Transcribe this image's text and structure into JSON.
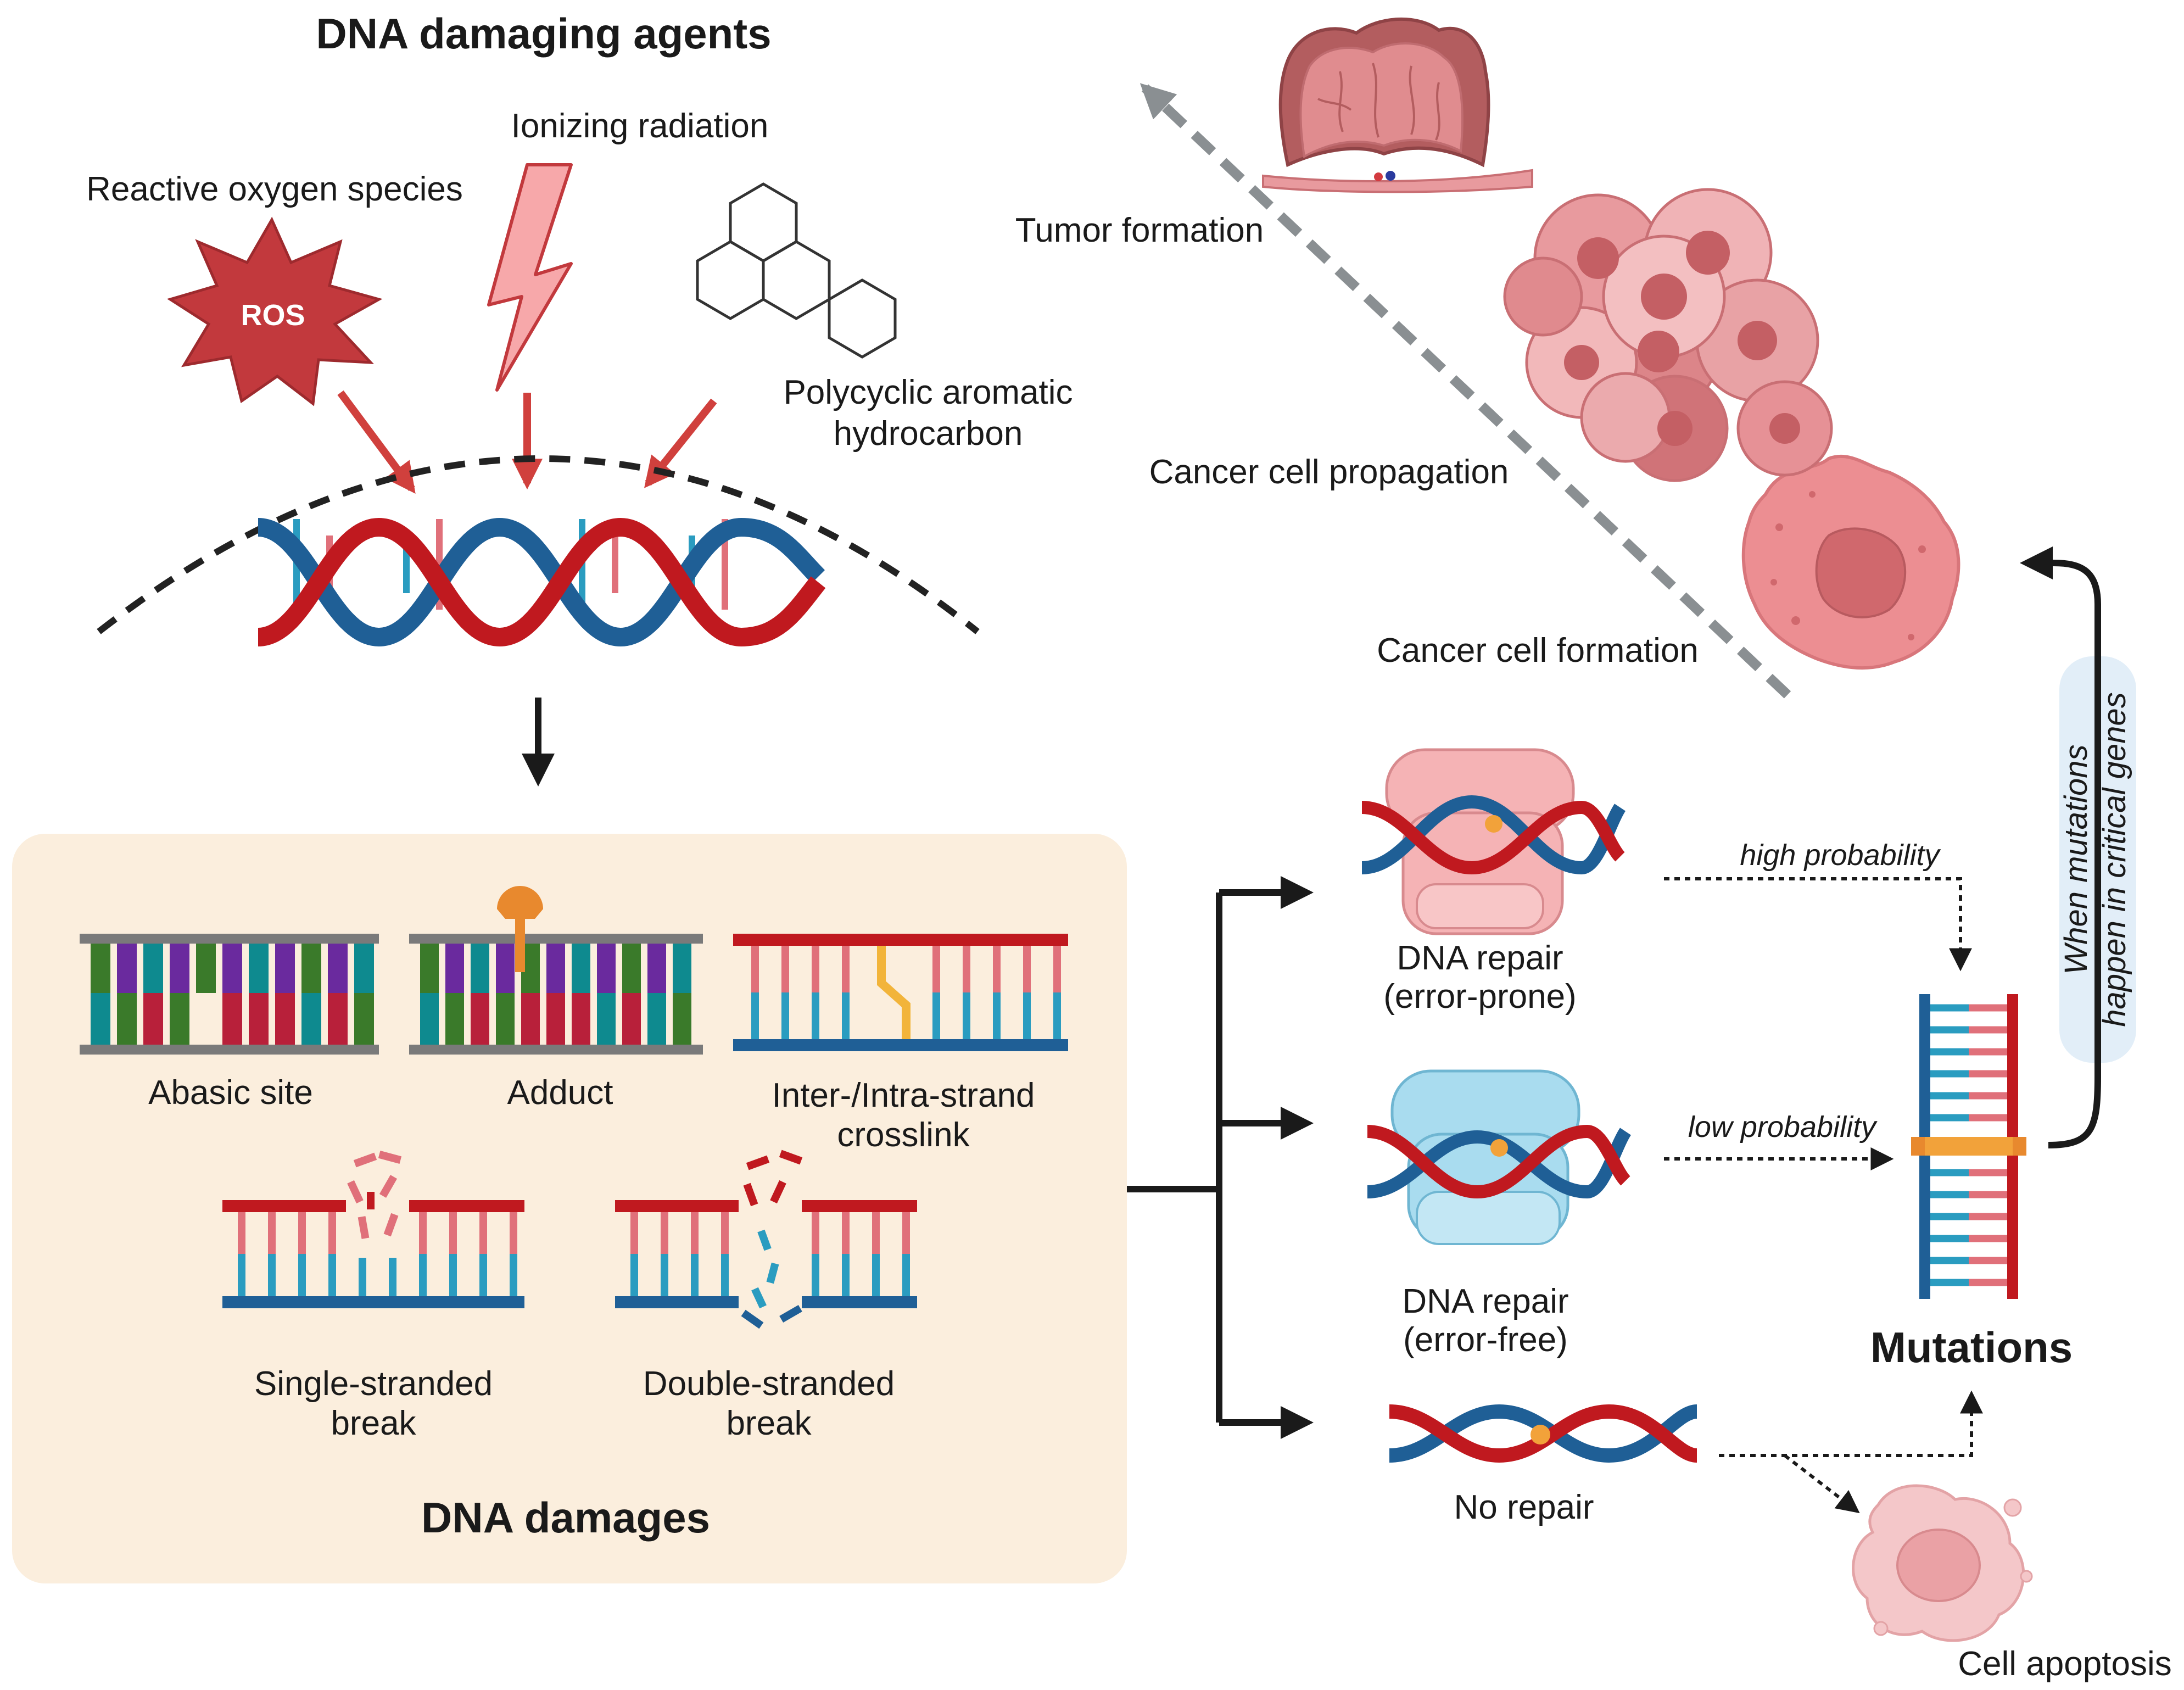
{
  "agents": {
    "title": "DNA damaging agents",
    "ionizing_radiation": "Ionizing radiation",
    "reactive_oxygen_species": "Reactive oxygen species",
    "ros_badge": "ROS",
    "pah_line1": "Polycyclic aromatic",
    "pah_line2": "hydrocarbon"
  },
  "damages": {
    "title": "DNA damages",
    "abasic_site": "Abasic site",
    "adduct": "Adduct",
    "crosslink_line1": "Inter-/Intra-strand",
    "crosslink_line2": "crosslink",
    "ssb_line1": "Single-stranded",
    "ssb_line2": "break",
    "dsb_line1": "Double-stranded",
    "dsb_line2": "break"
  },
  "repair": {
    "error_prone_line1": "DNA repair",
    "error_prone_line2": "(error-prone)",
    "error_free_line1": "DNA repair",
    "error_free_line2": "(error-free)",
    "no_repair": "No repair",
    "high_probability": "high probability",
    "low_probability": "low probability"
  },
  "outcomes": {
    "mutations": "Mutations",
    "cell_apoptosis": "Cell apoptosis",
    "critical_genes_line1": "When mutations",
    "critical_genes_line2": "happen in critical genes",
    "cancer_cell_formation": "Cancer cell formation",
    "cancer_cell_propagation": "Cancer cell propagation",
    "tumor_formation": "Tumor formation"
  },
  "colors": {
    "strand_red": "#c0191f",
    "strand_blue": "#1f5f96",
    "rung_pink": "#e0707a",
    "rung_cyan": "#2a9cc0",
    "panel_bg": "#fbeedd",
    "ros_red": "#c2393d",
    "bolt_pink": "#f7a8aa",
    "arrow_red": "#d0403d",
    "repair_pink": "#f5b3b5",
    "repair_blue": "#a9dcef",
    "lesion_orange": "#f2a23a",
    "cancer_pink": "#ec8e92",
    "apoptosis_pink": "#f4c7c9",
    "tumor_red": "#b35d5f",
    "dashed_gray": "#8a8f92",
    "callout_bg": "#e2eef8"
  }
}
